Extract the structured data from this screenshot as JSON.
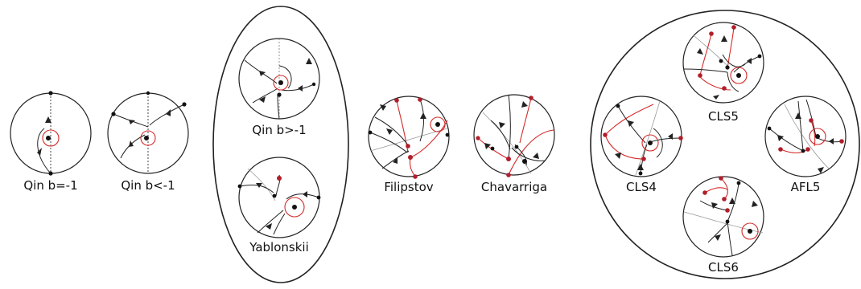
{
  "colors": {
    "line": "#222222",
    "red": "#d42a2a",
    "redDot": "#b01e2a",
    "gray": "#8a8a8a"
  },
  "portraits": [
    {
      "id": "qin-b-eq-neg1",
      "label": "Qin b=-1"
    },
    {
      "id": "qin-b-lt-neg1",
      "label": "Qin b<-1"
    },
    {
      "id": "qin-b-gt-neg1",
      "label": "Qin b>-1"
    },
    {
      "id": "yablonskii",
      "label": "Yablonskii"
    },
    {
      "id": "filipstov",
      "label": "Filipstov"
    },
    {
      "id": "chavarriga",
      "label": "Chavarriga"
    },
    {
      "id": "cls5",
      "label": "CLS5"
    },
    {
      "id": "cls4",
      "label": "CLS4"
    },
    {
      "id": "afl5",
      "label": "AFL5"
    },
    {
      "id": "cls6",
      "label": "CLS6"
    }
  ]
}
